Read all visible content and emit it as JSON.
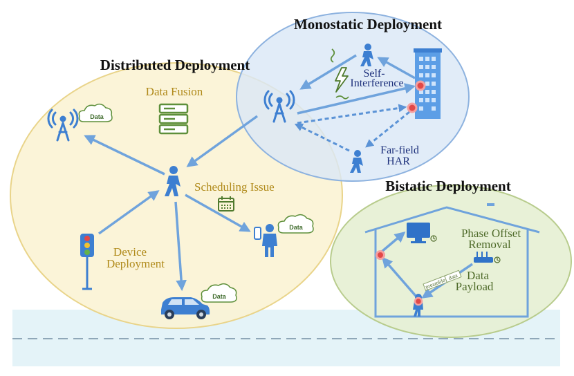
{
  "titles": {
    "monostatic": "Monostatic Deployment",
    "distributed": "Distributed Deployment",
    "bistatic": "Bistatic Deployment"
  },
  "labels": {
    "data_fusion": "Data Fusion",
    "scheduling_issue": "Scheduling Issue",
    "device_deployment_1": "Device",
    "device_deployment_2": "Deployment",
    "self_interference_1": "Self-",
    "self_interference_2": "Interference",
    "far_field_1": "Far-field",
    "far_field_2": "HAR",
    "phase_offset_1": "Phase Offset",
    "phase_offset_2": "Removal",
    "data_payload_1": "Data",
    "data_payload_2": "Payload"
  },
  "cloud_label": "Data",
  "packet": {
    "preamble": "preamble",
    "data": "data"
  },
  "colors": {
    "distributed_fill": "#fbf3d3",
    "monostatic_fill": "#dbe8f7",
    "bistatic_fill": "#e6efd3",
    "road": "#e4f3f8",
    "icon_blue": "#3d7fd1",
    "arrow_blue": "#6fa3dc",
    "red_dot": "#e24848",
    "gold_text": "#b08a1a",
    "navy_text": "#1c2f7a",
    "olive_text": "#4f6b2a"
  }
}
